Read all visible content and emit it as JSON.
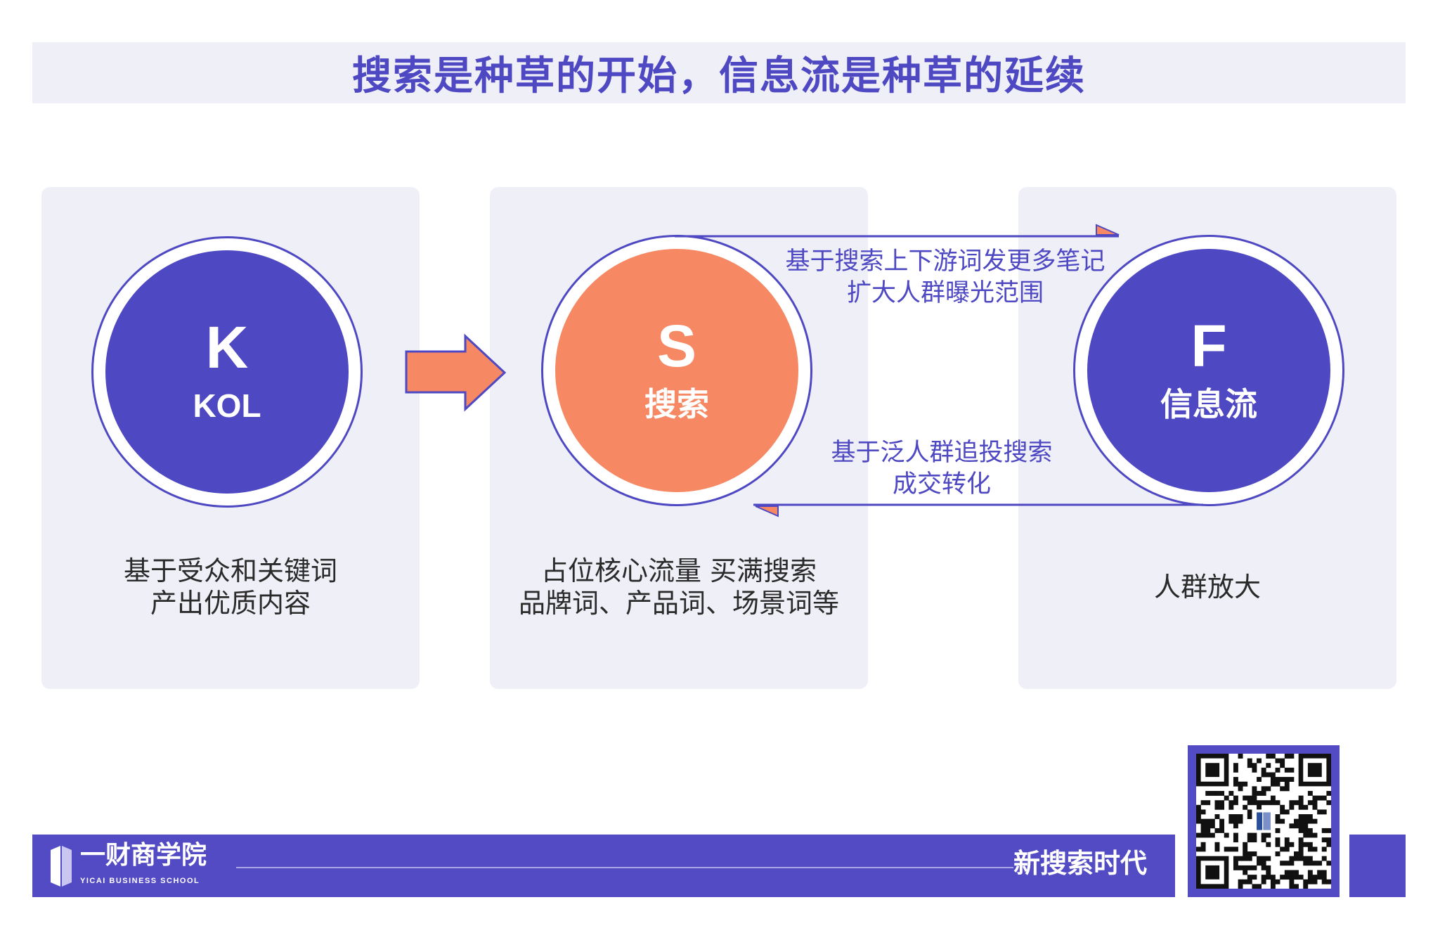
{
  "title": "搜索是种草的开始，信息流是种草的延续",
  "nodes": [
    {
      "letter": "K",
      "label": "KOL",
      "desc": [
        "基于受众和关键词",
        "产出优质内容"
      ]
    },
    {
      "letter": "S",
      "label": "搜索",
      "desc": [
        "占位核心流量 买满搜索",
        "品牌词、产品词、场景词等"
      ]
    },
    {
      "letter": "F",
      "label": "信息流",
      "desc": [
        "人群放大"
      ]
    }
  ],
  "flows": {
    "top": [
      "基于搜索上下游词发更多笔记",
      "扩大人群曝光范围"
    ],
    "bottom": [
      "基于泛人群追投搜索",
      "成交转化"
    ]
  },
  "footer": {
    "logo_name": "一财商学院",
    "logo_sub": "YICAI BUSINESS SCHOOL",
    "right_text": "新搜索时代"
  },
  "colors": {
    "primary": "#4e48c2",
    "accent": "#f68964",
    "panel": "#efeff8"
  },
  "icons": {
    "arrow": "right-arrow-icon",
    "logo": "yicai-logo-icon",
    "qr": "qr-code"
  }
}
